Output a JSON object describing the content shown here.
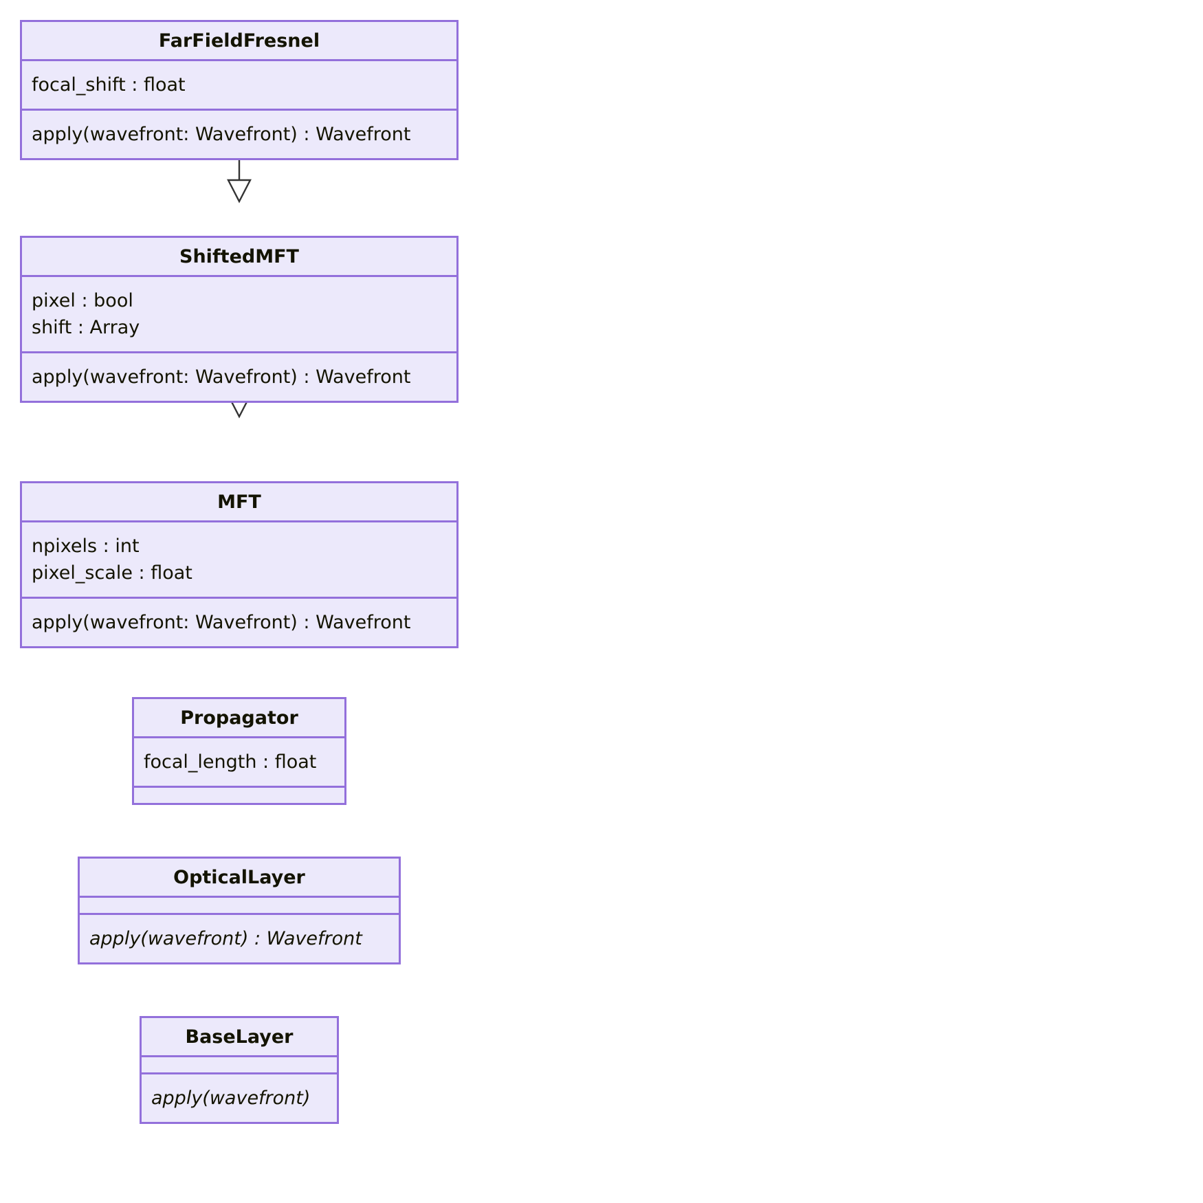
{
  "diagram": {
    "type": "uml-class-diagram",
    "title": "",
    "colors": {
      "class_fill": "#ECE9FB",
      "class_border": "#9370DB",
      "edge_stroke": "#333333",
      "text": "#131300",
      "background": "#FFFFFF"
    },
    "relationship": "generalization",
    "classes": [
      {
        "id": "farfieldfresnel",
        "name": "FarFieldFresnel",
        "attributes": [
          "focal_shift : float"
        ],
        "methods": [
          "apply(wavefront: Wavefront) : Wavefront"
        ],
        "abstract": false
      },
      {
        "id": "shiftedmft",
        "name": "ShiftedMFT",
        "attributes": [
          "pixel : bool",
          "shift : Array"
        ],
        "methods": [
          "apply(wavefront: Wavefront) : Wavefront"
        ],
        "abstract": false
      },
      {
        "id": "mft",
        "name": "MFT",
        "attributes": [
          "npixels : int",
          "pixel_scale : float"
        ],
        "methods": [
          "apply(wavefront: Wavefront) : Wavefront"
        ],
        "abstract": false
      },
      {
        "id": "propagator",
        "name": "Propagator",
        "attributes": [
          "focal_length : float"
        ],
        "methods": [],
        "abstract": false
      },
      {
        "id": "opticallayer",
        "name": "OpticalLayer",
        "attributes": [],
        "methods": [
          "apply(wavefront) : Wavefront"
        ],
        "abstract": true
      },
      {
        "id": "baselayer",
        "name": "BaseLayer",
        "attributes": [],
        "methods": [
          "apply(wavefront)"
        ],
        "abstract": true
      }
    ],
    "edges": [
      {
        "from": "farfieldfresnel",
        "to": "shiftedmft",
        "kind": "inheritance-arrow"
      },
      {
        "from": "shiftedmft",
        "to": "mft",
        "kind": "inheritance-arrow"
      },
      {
        "from": "mft",
        "to": "propagator",
        "kind": "inheritance-arrow"
      },
      {
        "from": "propagator",
        "to": "opticallayer",
        "kind": "inheritance-arrow"
      },
      {
        "from": "opticallayer",
        "to": "baselayer",
        "kind": "inheritance-arrow"
      }
    ]
  }
}
